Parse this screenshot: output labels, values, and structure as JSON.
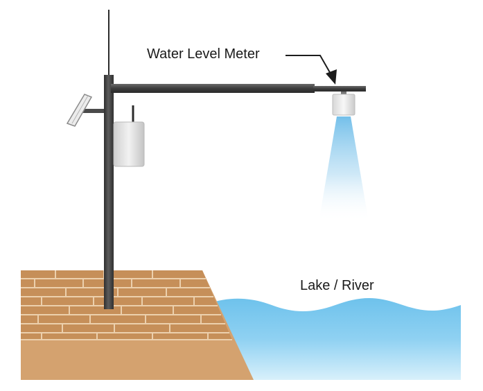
{
  "labels": {
    "meter": "Water Level Meter",
    "water_body": "Lake / River"
  },
  "colors": {
    "pole": "#4a4a4a",
    "pole_dark": "#2e2e2e",
    "brick": "#c8925e",
    "brick_mortar": "#e7c6a0",
    "soil": "#d3a06c",
    "water": "#7cc8ee",
    "water_light": "#a9dcf5",
    "beam": "#c6e4f6",
    "enclosure": "#dcdcdc",
    "solar_panel": "#e5e5e5"
  },
  "components": [
    {
      "name": "antenna-mast",
      "icon": "antenna-icon"
    },
    {
      "name": "solar-panel",
      "icon": "solar-panel-icon"
    },
    {
      "name": "control-box",
      "icon": "enclosure-icon"
    },
    {
      "name": "crossarm",
      "icon": "beam-icon"
    },
    {
      "name": "radar-sensor",
      "icon": "sensor-icon"
    },
    {
      "name": "radar-beam",
      "icon": "signal-beam-icon"
    },
    {
      "name": "riverbank",
      "icon": "brick-wall-icon"
    },
    {
      "name": "water-surface",
      "icon": "wave-icon"
    }
  ]
}
